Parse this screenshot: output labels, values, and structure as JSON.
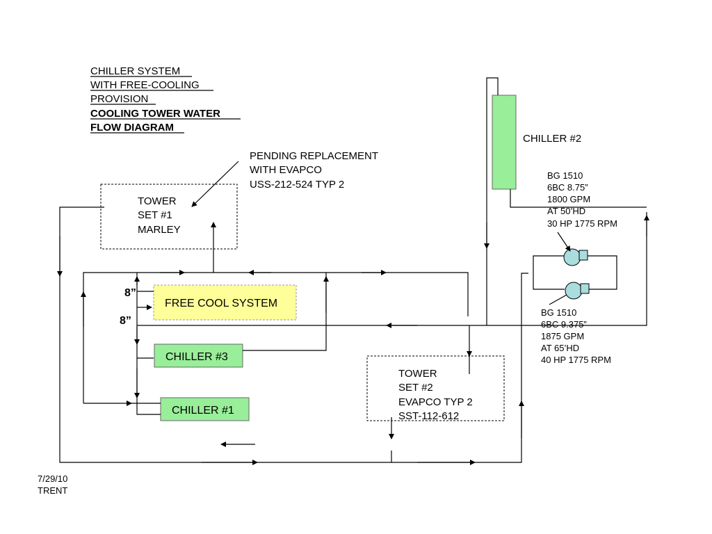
{
  "title": {
    "line1": "CHILLER SYSTEM",
    "line2": "WITH FREE-COOLING",
    "line3": "PROVISION",
    "line4": "COOLING TOWER WATER ",
    "line5": "FLOW DIAGRAM"
  },
  "pending_note": {
    "line1": "PENDING REPLACEMENT",
    "line2": "WITH EVAPCO",
    "line3": "USS-212-524  TYP 2"
  },
  "tower1": {
    "line1": "TOWER",
    "line2": "SET #1",
    "line3": "MARLEY"
  },
  "tower2": {
    "line1": "TOWER",
    "line2": "SET #2",
    "line3": "EVAPCO TYP 2",
    "line4": "SST-112-612"
  },
  "free_cool": {
    "label": "FREE COOL SYSTEM"
  },
  "chiller1": {
    "label": "CHILLER #1"
  },
  "chiller2": {
    "label": "CHILLER #2"
  },
  "chiller3": {
    "label": "CHILLER #3"
  },
  "pipe_size_1": "8”",
  "pipe_size_2": "8”",
  "pump1": {
    "line1": "BG 1510",
    "line2": "6BC 8.75”",
    "line3": "1800 GPM",
    "line4": "AT 50’HD",
    "line5": "30 HP 1775 RPM"
  },
  "pump2": {
    "line1": "BG 1510",
    "line2": "6BC 9.375”",
    "line3": "1875 GPM",
    "line4": "AT 65’HD",
    "line5": "40 HP 1775 RPM"
  },
  "footer": {
    "date": "7/29/10",
    "author": "TRENT"
  },
  "colors": {
    "chiller_fill": "#99ee99",
    "free_cool_fill": "#ffff99",
    "pump_fill": "#aadddd",
    "line": "#000000"
  }
}
